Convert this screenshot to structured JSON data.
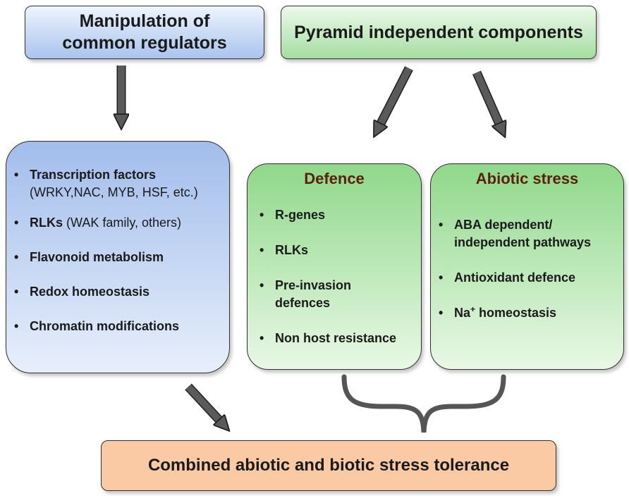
{
  "header_left": {
    "line1": "Manipulation of",
    "line2": "common regulators"
  },
  "header_right": {
    "title": "Pyramid independent components"
  },
  "regulators": {
    "items": [
      {
        "bold": "Transcription factors",
        "normal": "(WRKY,NAC, MYB, HSF, etc.)"
      },
      {
        "bold": "RLKs",
        "normal": " (WAK family, others)"
      },
      {
        "bold": "Flavonoid metabolism"
      },
      {
        "bold": "Redox homeostasis"
      },
      {
        "bold": "Chromatin modifications"
      }
    ]
  },
  "defence": {
    "title": "Defence",
    "items": [
      "R-genes",
      "RLKs",
      "Pre-invasion",
      "defences",
      "Non host resistance"
    ]
  },
  "abiotic": {
    "title": "Abiotic stress",
    "items": [
      "ABA dependent/",
      "independent pathways",
      "Antioxidant defence",
      "Na",
      "+",
      " homeostasis"
    ]
  },
  "result": {
    "title": "Combined abiotic and biotic stress tolerance"
  },
  "colors": {
    "blue_box": "#a9c4ee",
    "green_box": "#a4dea0",
    "result_box": "#f9caa4",
    "panel_title": "#5c1e0e",
    "arrow": "#5a5a5a"
  }
}
